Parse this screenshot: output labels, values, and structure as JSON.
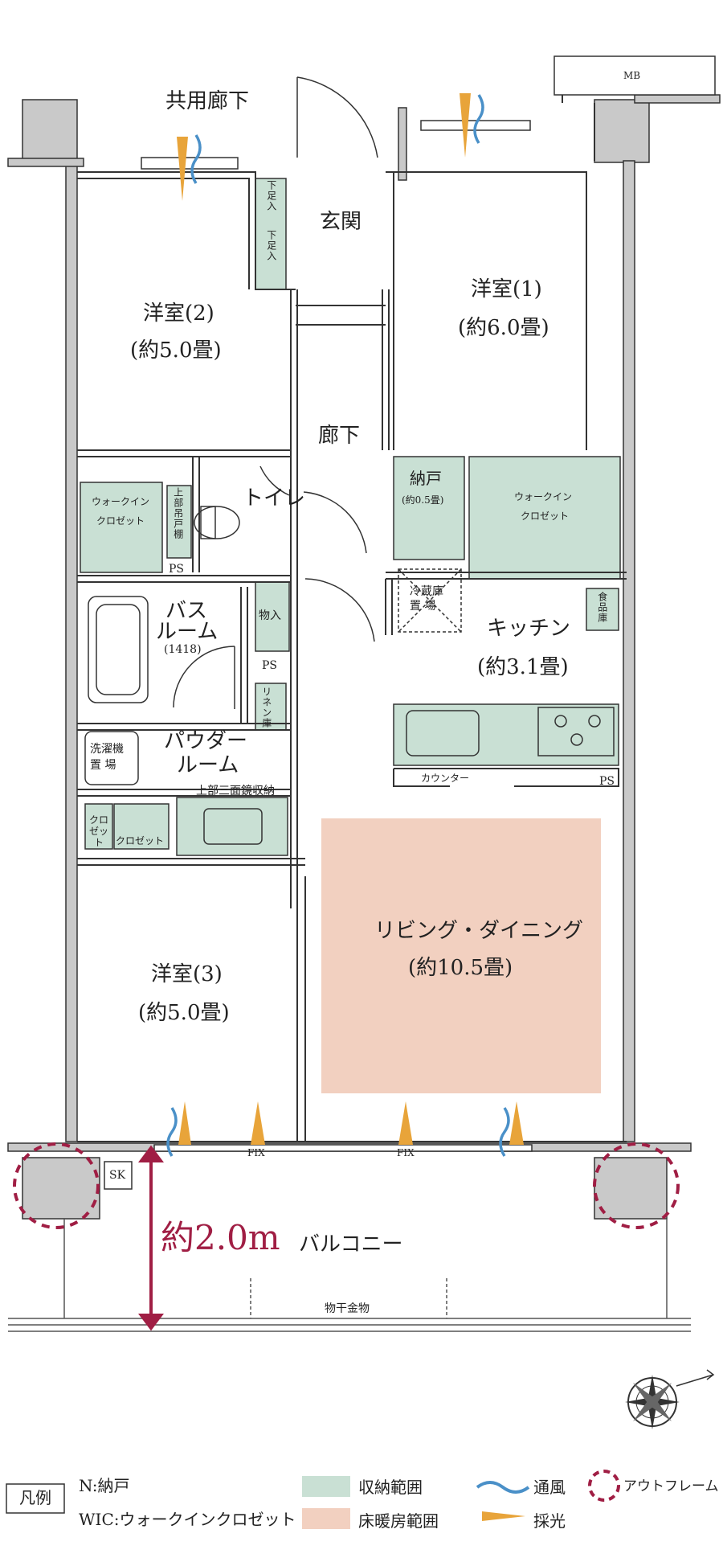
{
  "colors": {
    "storage": "#c9e0d4",
    "floor_heating": "#f2d0c0",
    "wall": "#c9c9c9",
    "ventilation": "#4a90c8",
    "daylight": "#e8a43a",
    "outframe": "#a01e44"
  },
  "labels": {
    "corridor": "共用廊下",
    "mb": "MB",
    "entrance": "玄関",
    "shoe1": "下足入",
    "shoe2": "下足入",
    "room2": "洋室(2)",
    "room2_size": "(約5.0畳)",
    "room1": "洋室(1)",
    "room1_size": "(約6.0畳)",
    "hallway": "廊下",
    "wic_left": "ウォークイン",
    "wic_left2": "クロゼット",
    "upper_shelf": "上部吊戸棚",
    "toilet": "トイレ",
    "ps1": "PS",
    "nando": "納戸",
    "nando_size": "(約0.5畳)",
    "wic_right": "ウォークイン",
    "wic_right2": "クロゼット",
    "bath": "バス",
    "bath2": "ルーム",
    "bath_size": "(1418)",
    "storage_item": "物入",
    "ps2": "PS",
    "fridge": "冷蔵庫",
    "fridge2": "置 場",
    "kitchen": "キッチン",
    "kitchen_size": "(約3.1畳)",
    "pantry": "食品庫",
    "linen": "リネン庫",
    "powder": "パウダー",
    "powder2": "ルーム",
    "washer": "洗濯機",
    "washer2": "置 場",
    "counter": "カウンター",
    "ps3": "PS",
    "mirror": "上部三面鏡収納",
    "closet1": "クロゼット",
    "closet2": "クロゼット",
    "living": "リビング・ダイニング",
    "living_size": "(約10.5畳)",
    "room3": "洋室(3)",
    "room3_size": "(約5.0畳)",
    "fix1": "FIX",
    "fix2": "FIX",
    "sk": "SK",
    "balcony_depth": "約2.0m",
    "balcony": "バルコニー",
    "hanger": "物干金物"
  },
  "legend": {
    "title": "凡例",
    "n_def": "N:納戸",
    "wic_def": "WIC:ウォークインクロゼット",
    "storage": "収納範囲",
    "heating": "床暖房範囲",
    "ventilation": "通風",
    "daylight": "採光",
    "outframe": "アウトフレーム"
  },
  "icons": {
    "compass": "compass-icon",
    "ventilation": "wave-icon",
    "daylight": "triangle-icon"
  }
}
